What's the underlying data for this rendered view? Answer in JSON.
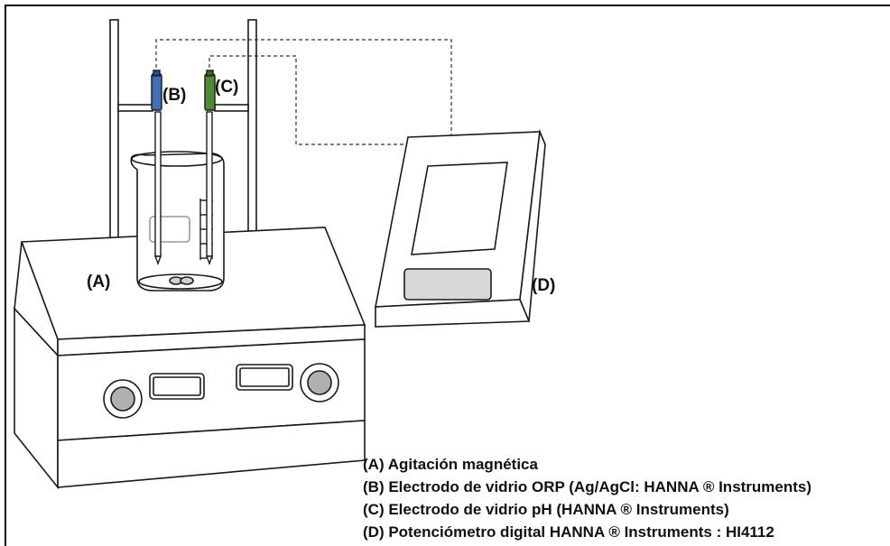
{
  "labels": {
    "a": "(A)",
    "b": "(B)",
    "c": "(C)",
    "d": "(D)"
  },
  "legend": [
    "(A) Agitación magnética",
    "(B) Electrodo de vidrio ORP (Ag/AgCl: HANNA ® Instruments)",
    "(C) Electrodo de vidrio  pH (HANNA ® Instruments)",
    "(D) Potenciómetro digital HANNA ® Instruments : HI4112"
  ],
  "colors": {
    "electrode_b": "#3f6fb8",
    "electrode_c": "#4f8a35",
    "stroke": "#1a1a1a",
    "panel_gray": "#d8d8d8",
    "knob_gray": "#b0b0b0"
  }
}
